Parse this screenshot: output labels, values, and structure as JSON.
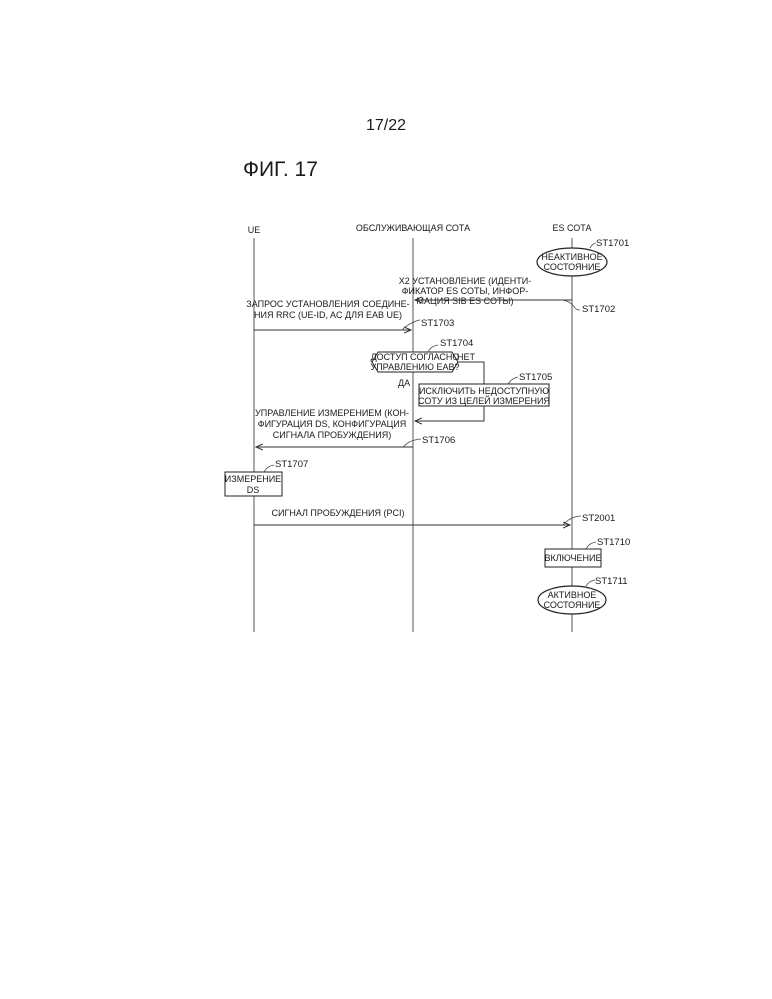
{
  "page_number": "17/22",
  "figure_title": "ФИГ. 17",
  "lifelines": {
    "ue": "UE",
    "serving_cell": "ОБСЛУЖИВАЮЩАЯ СОТА",
    "es_cell": "ES СОТА"
  },
  "steps": {
    "st1701": {
      "id": "ST1701",
      "lines": [
        "НЕАКТИВНОЕ",
        "СОСТОЯНИЕ"
      ]
    },
    "st1702": {
      "id": "ST1702",
      "lines": [
        "X2 УСТАНОВЛЕНИЕ (ИДЕНТИ-",
        "ФИКАТОР ES СОТЫ, ИНФОР-",
        "МАЦИЯ SIB ES СОТЫ)"
      ]
    },
    "st1703": {
      "id": "ST1703",
      "lines": [
        "ЗАПРОС УСТАНОВЛЕНИЯ СОЕДИНЕ-",
        "НИЯ RRC (UE-ID, AC ДЛЯ EAB UE)"
      ]
    },
    "st1704": {
      "id": "ST1704",
      "lines": [
        "ДОСТУП СОГЛАСНО",
        "УПРАВЛЕНИЮ EAB?"
      ],
      "no": "НЕТ",
      "yes": "ДА"
    },
    "st1705": {
      "id": "ST1705",
      "lines": [
        "ИСКЛЮЧИТЬ НЕДОСТУПНУЮ",
        "СОТУ ИЗ ЦЕЛЕЙ ИЗМЕРЕНИЯ"
      ]
    },
    "st1706": {
      "id": "ST1706",
      "lines": [
        "УПРАВЛЕНИЕ ИЗМЕРЕНИЕМ (КОН-",
        "ФИГУРАЦИЯ DS, КОНФИГУРАЦИЯ",
        "СИГНАЛА ПРОБУЖДЕНИЯ)"
      ]
    },
    "st1707": {
      "id": "ST1707",
      "lines": [
        "ИЗМЕРЕНИЕ",
        "DS"
      ]
    },
    "st2001": {
      "id": "ST2001",
      "lines": [
        "СИГНАЛ ПРОБУЖДЕНИЯ (PCI)"
      ]
    },
    "st1710": {
      "id": "ST1710",
      "lines": [
        "ВКЛЮЧЕНИЕ"
      ]
    },
    "st1711": {
      "id": "ST1711",
      "lines": [
        "АКТИВНОЕ",
        "СОСТОЯНИЕ"
      ]
    }
  }
}
